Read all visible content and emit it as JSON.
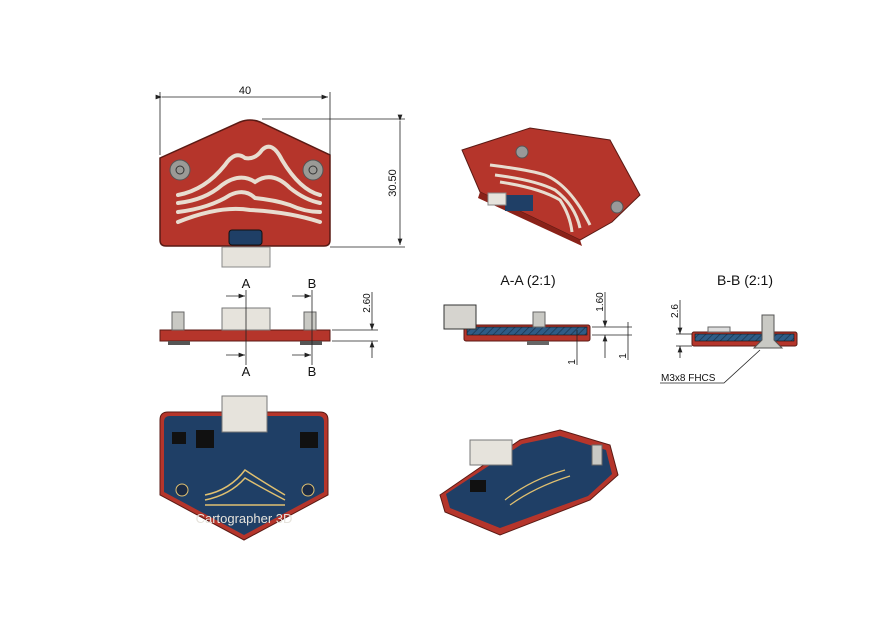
{
  "dimensions": {
    "width": "40",
    "height": "30.50",
    "side_height": "2.60",
    "aa_thickness": "1.60",
    "aa_one_a": "1",
    "aa_one_b": "1",
    "bb_height": "2.6"
  },
  "section_markers": {
    "a_top": "A",
    "a_bottom": "A",
    "b_top": "B",
    "b_bottom": "B"
  },
  "section_titles": {
    "aa": "A-A (2:1)",
    "bb": "B-B (2:1)"
  },
  "callouts": {
    "screw": "M3x8 FHCS"
  },
  "board_label": "Cartographer 3D",
  "colors": {
    "housing_red": "#b5352b",
    "pcb_blue": "#1f3f66",
    "silkscreen_gold": "#e0c070",
    "metal": "#c9c9c4"
  }
}
